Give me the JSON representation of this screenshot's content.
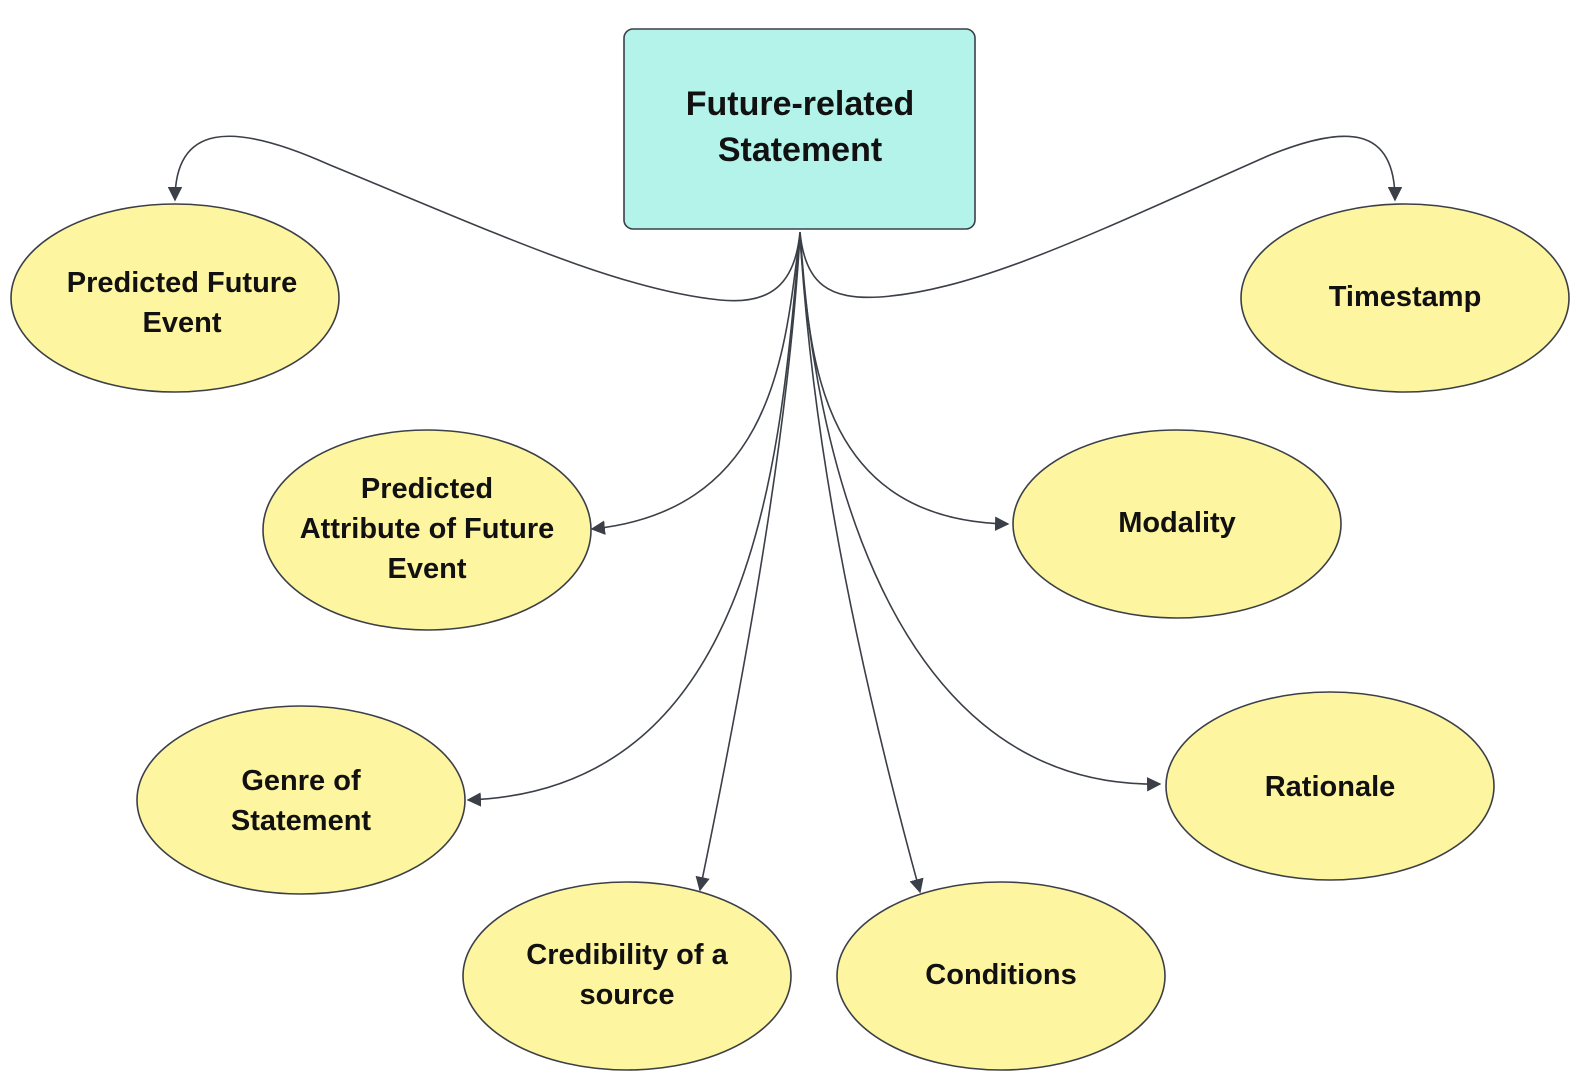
{
  "root": {
    "label_lines": [
      "Future-related",
      "Statement"
    ]
  },
  "nodes": [
    {
      "id": "predicted-future-event",
      "label_lines": [
        "Predicted Future",
        "Event"
      ]
    },
    {
      "id": "timestamp",
      "label_lines": [
        "Timestamp"
      ]
    },
    {
      "id": "predicted-attribute",
      "label_lines": [
        "Predicted",
        "Attribute of Future",
        "Event"
      ]
    },
    {
      "id": "modality",
      "label_lines": [
        "Modality"
      ]
    },
    {
      "id": "genre-of-statement",
      "label_lines": [
        "Genre of",
        "Statement"
      ]
    },
    {
      "id": "rationale",
      "label_lines": [
        "Rationale"
      ]
    },
    {
      "id": "credibility-of-source",
      "label_lines": [
        "Credibility of a",
        "source"
      ]
    },
    {
      "id": "conditions",
      "label_lines": [
        "Conditions"
      ]
    }
  ],
  "colors": {
    "root_fill": "#b3f3ea",
    "node_fill": "#fdf5a0",
    "stroke": "#3b3f47",
    "text": "#111111"
  }
}
